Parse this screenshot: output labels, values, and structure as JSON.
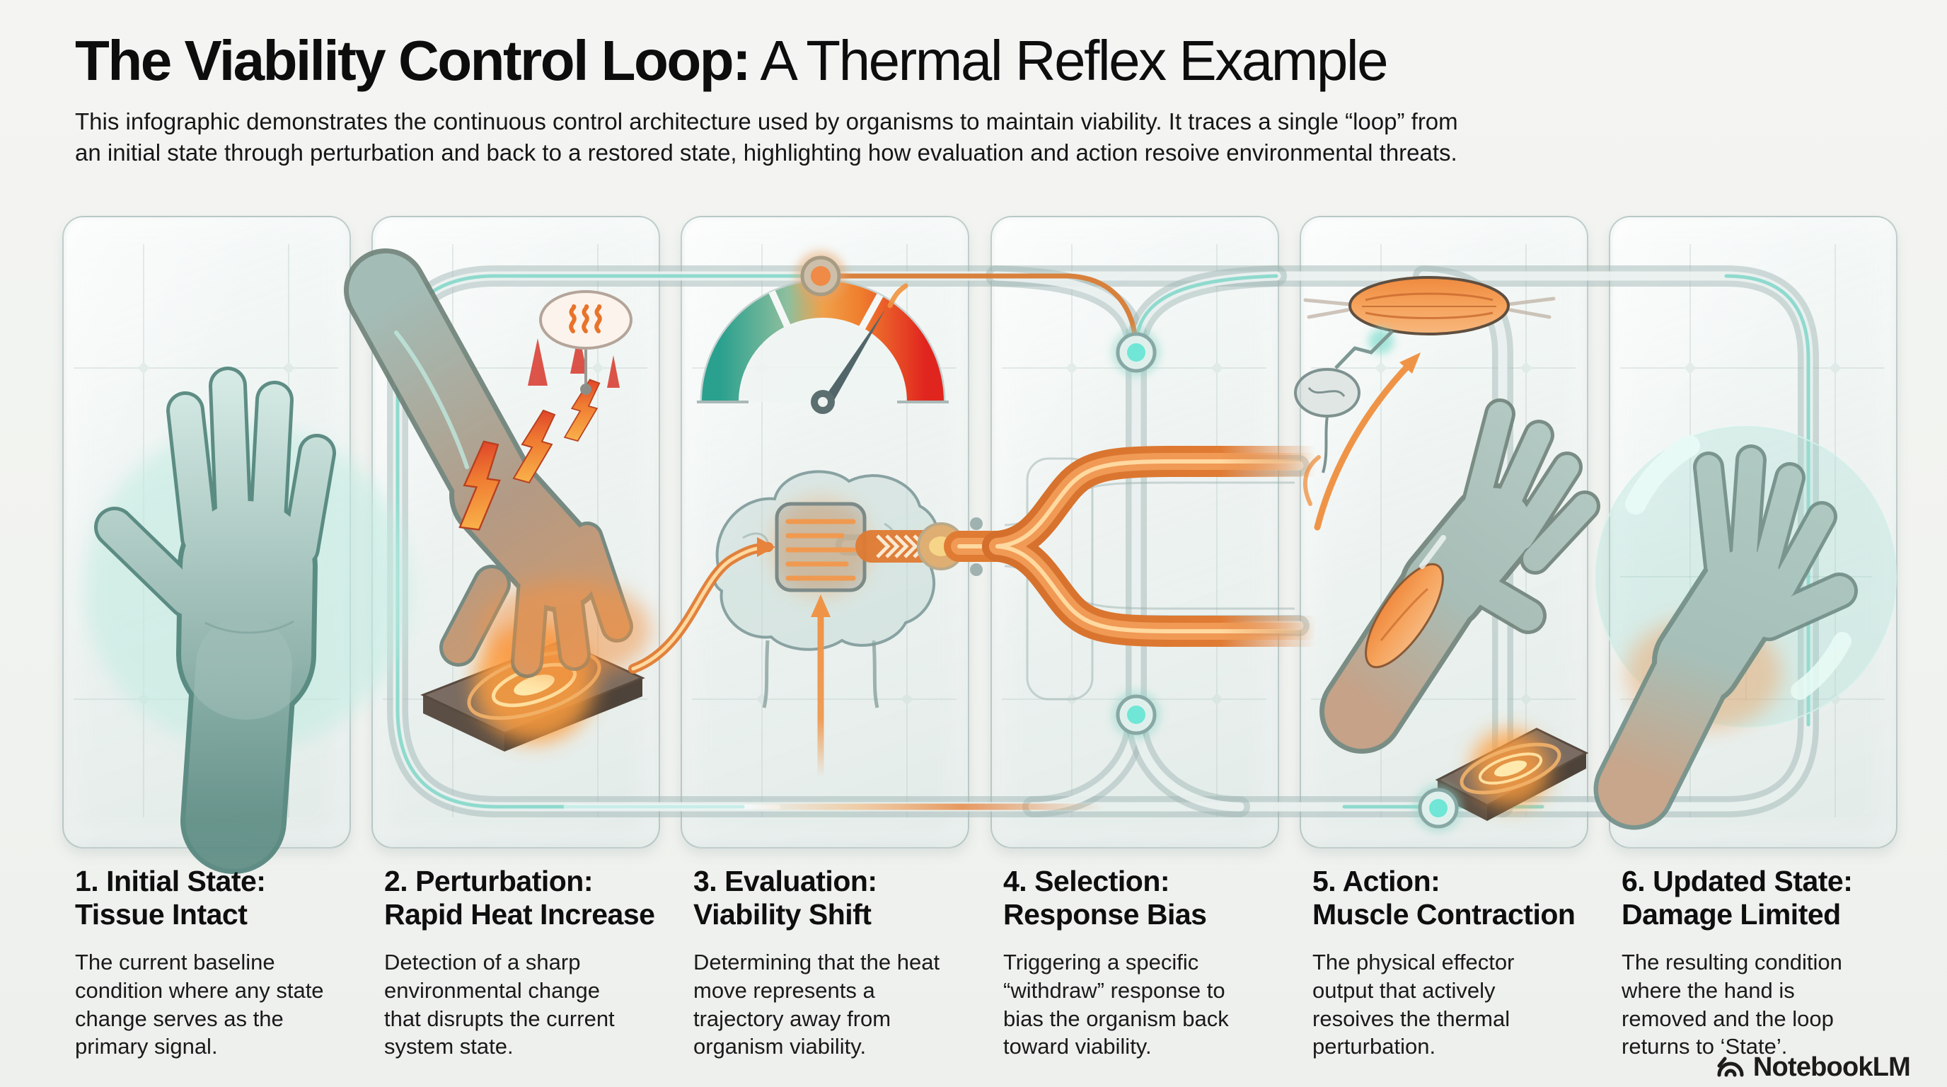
{
  "header": {
    "title_bold": "The Viability Control Loop:",
    "title_regular": " A Thermal Reflex Example",
    "subtitle_line1": "This infographic demonstrates the continuous control architecture used by organisms to maintain viability. It traces a single “loop” from",
    "subtitle_line2": "an initial state through perturbation and back to a restored state, highlighting how evaluation and action resoive environmental threats."
  },
  "steps": [
    {
      "icon": "open-hand-icon",
      "heading1": "1. Initial State:",
      "heading2": "Tissue Intact",
      "body": "The current baseline condition where any state change serves as the primary signal."
    },
    {
      "icon": "hand-heat-contact-icon",
      "heading1": "2. Perturbation:",
      "heading2": "Rapid Heat Increase",
      "body": "Detection of a sharp environmental change that disrupts the current system state."
    },
    {
      "icon": "gauge-brain-icon",
      "heading1": "3. Evaluation:",
      "heading2": "Viability Shift",
      "body": "Determining that the heat move represents a trajectory away from organism viability."
    },
    {
      "icon": "signal-fork-icon",
      "heading1": "4. Selection:",
      "heading2": "Response Bias",
      "body": "Triggering a specific “withdraw” response to bias the organism back toward viability."
    },
    {
      "icon": "muscle-contraction-icon",
      "heading1": "5. Action:",
      "heading2": "Muscle Contraction",
      "body": "The physical effector output that actively resoives the thermal perturbation."
    },
    {
      "icon": "restored-hand-icon",
      "heading1": "6. Updated State:",
      "heading2": "Damage Limited",
      "body": "The resulting condition where the hand is removed and the loop returns to ‘State’."
    }
  ],
  "footer": {
    "brand": "NotebookLM"
  },
  "colors": {
    "accent_orange": "#E07B33",
    "accent_teal": "#6FE6D6",
    "tube_gray": "#9EB6B3",
    "gauge_teal": "#2AA08F",
    "gauge_red": "#E0251F",
    "background": "#F2F3F0",
    "text": "#111111"
  }
}
